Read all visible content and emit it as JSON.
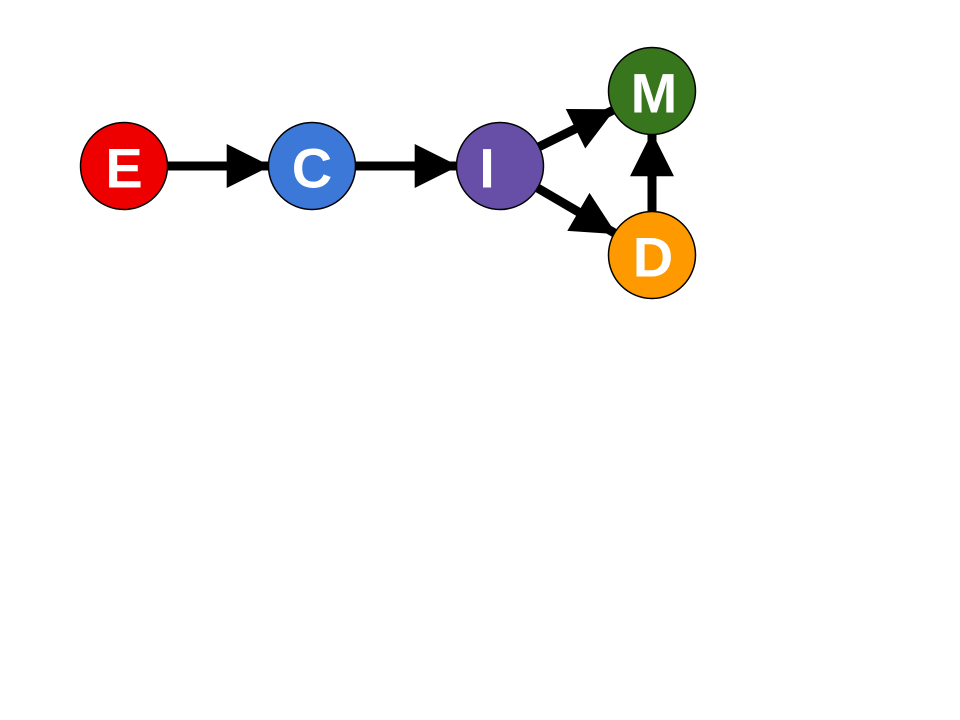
{
  "diagram": {
    "nodes": [
      {
        "id": "E",
        "label": "E",
        "color": "#ee0000"
      },
      {
        "id": "C",
        "label": "C",
        "color": "#3c78d8"
      },
      {
        "id": "I",
        "label": "I",
        "color": "#674ea7"
      },
      {
        "id": "M",
        "label": "M",
        "color": "#38761d"
      },
      {
        "id": "D",
        "label": "D",
        "color": "#ff9900"
      }
    ],
    "edges": [
      {
        "from": "E",
        "to": "C"
      },
      {
        "from": "C",
        "to": "I"
      },
      {
        "from": "I",
        "to": "M"
      },
      {
        "from": "I",
        "to": "D"
      },
      {
        "from": "D",
        "to": "M"
      }
    ],
    "edge_color": "#000000",
    "node_border_color": "#000000"
  }
}
